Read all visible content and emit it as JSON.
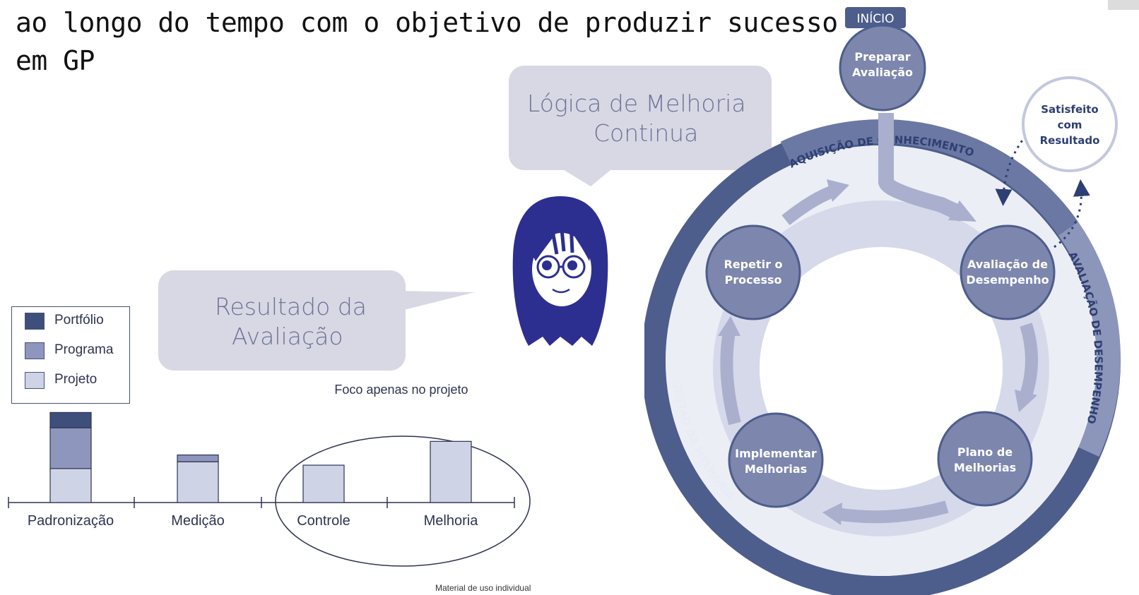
{
  "heading": {
    "line1": "ao longo do tempo com o objetivo de produzir sucesso",
    "line2": "em GP"
  },
  "bubbles": {
    "logic": {
      "line1": "Lógica de Melhoria",
      "line2": "Continua"
    },
    "result": {
      "line1": "Resultado da",
      "line2": "Avaliação"
    }
  },
  "legend": [
    {
      "label": "Portfólio",
      "color": "#3e4f7c"
    },
    {
      "label": "Programa",
      "color": "#8e96bd"
    },
    {
      "label": "Projeto",
      "color": "#cfd3e6"
    }
  ],
  "chart_data": {
    "type": "bar",
    "stacked": true,
    "categories": [
      "Padronização",
      "Medição",
      "Controle",
      "Melhoria"
    ],
    "series": [
      {
        "name": "Projeto",
        "values": [
          1.0,
          1.2,
          1.1,
          1.8
        ]
      },
      {
        "name": "Programa",
        "values": [
          1.2,
          0.2,
          0,
          0
        ]
      },
      {
        "name": "Portfólio",
        "values": [
          0.45,
          0,
          0,
          0
        ]
      }
    ],
    "ylim": [
      0,
      2.7
    ],
    "annotation": "Foco apenas no projeto",
    "highlight_categories": [
      "Controle",
      "Melhoria"
    ]
  },
  "cycle": {
    "start_badge": "INÍCIO",
    "start_node": {
      "line1": "Preparar",
      "line2": "Avaliação"
    },
    "satisfied_node": {
      "line1": "Satisfeito",
      "line2": "com",
      "line3": "Resultado"
    },
    "nodes": {
      "assessment": {
        "line1": "Avaliação de",
        "line2": "Desempenho"
      },
      "plan": {
        "line1": "Plano de",
        "line2": "Melhorias"
      },
      "implement": {
        "line1": "Implementar",
        "line2": "Melhorias"
      },
      "repeat": {
        "line1": "Repetir o",
        "line2": "Processo"
      }
    },
    "ring_labels": {
      "knowledge": "AQUISIÇÃO DE CONHECIMENTO",
      "performance": "AVALIAÇÃO DE DESEMPENHO",
      "improvement": "GESTÃO DA MELHORIA"
    },
    "colors": {
      "ring_dark": "#4d5d8c",
      "ring_mid": "#6b78a3",
      "track": "#d6d9ea",
      "node": "#7d86ad",
      "arrow": "#a9afcd"
    }
  },
  "footer": "Material de uso individual"
}
